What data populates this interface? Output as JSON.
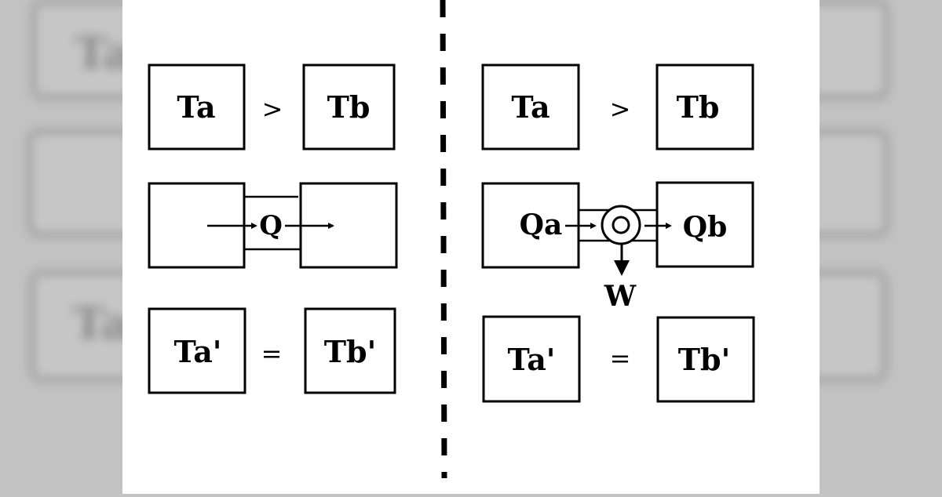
{
  "background_ghost_labels": [
    "Ta",
    "Ta'"
  ],
  "left": {
    "row1": {
      "box_a": "Ta",
      "relation": ">",
      "box_b": "Tb"
    },
    "row2": {
      "flow_label": "Q"
    },
    "row3": {
      "box_a": "Ta'",
      "relation": "=",
      "box_b": "Tb'"
    }
  },
  "right": {
    "row1": {
      "box_a": "Ta",
      "relation": ">",
      "box_b": "Tb"
    },
    "row2": {
      "flow_in_label": "Qa",
      "flow_out_label": "Qb",
      "work_label": "W"
    },
    "row3": {
      "box_a": "Ta'",
      "relation": "=",
      "box_b": "Tb'"
    }
  },
  "colors": {
    "stroke": "#000000",
    "panel": "#ffffff",
    "backdrop": "#c2c2c2"
  }
}
